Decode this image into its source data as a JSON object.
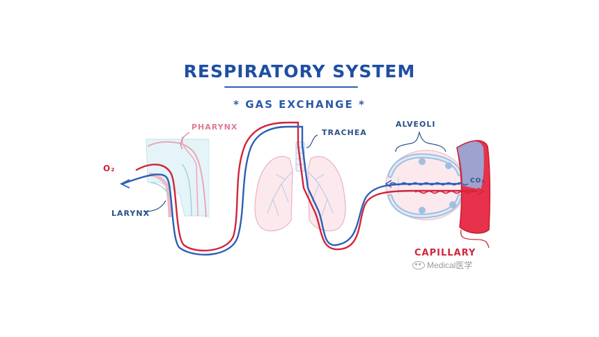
{
  "title": "RESPIRATORY SYSTEM",
  "subtitle": "* GAS EXCHANGE *",
  "labels": {
    "pharynx": "PHARYNX",
    "trachea": "TRACHEA",
    "alveoli": "ALVEOLI",
    "larynx": "LARYNX",
    "o2": "O₂",
    "co2": "CO₂",
    "capillary": "CAPILLARY"
  },
  "watermark": "Medical医学",
  "colors": {
    "oxygen_path": "#d0253a",
    "co2_path": "#2c5fb7",
    "title": "#1f4fa3",
    "pharynx_label": "#e07a93",
    "lung_fill": "#fbe9ee",
    "capillary": "#e8314a"
  }
}
